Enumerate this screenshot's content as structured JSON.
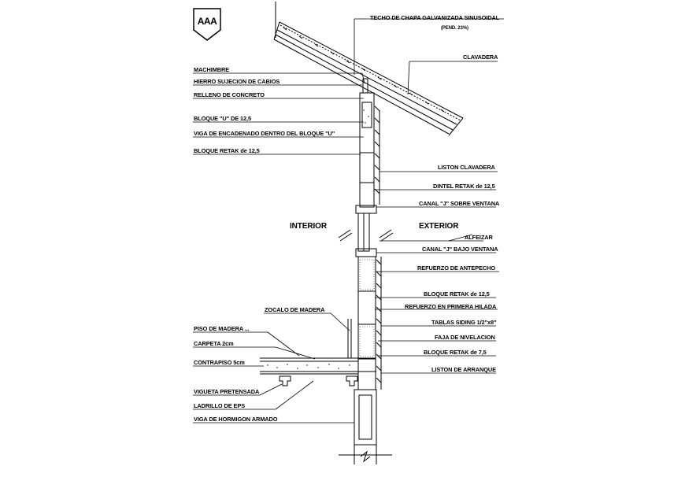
{
  "logo": {
    "text": "AAA"
  },
  "right_labels": [
    {
      "id": "techo",
      "text": "TECHO DE CHAPA GALVANIZADA SINUSOIDAL"
    },
    {
      "id": "pend",
      "text": "(PEND. 23%)"
    },
    {
      "id": "clavadera",
      "text": "CLAVADERA"
    },
    {
      "id": "liston-clavadera",
      "text": "LISTON CLAVADERA"
    },
    {
      "id": "dintel",
      "text": "DINTEL RETAK de 12,5"
    },
    {
      "id": "canal-sobre",
      "text": "CANAL \"J\" SOBRE VENTANA"
    },
    {
      "id": "alfeizar",
      "text": "ALFEIZAR"
    },
    {
      "id": "canal-bajo",
      "text": "CANAL \"J\" BAJO VENTANA"
    },
    {
      "id": "refuerzo-antepecho",
      "text": "REFUERZO DE ANTEPECHO"
    },
    {
      "id": "bloque-retak-125",
      "text": "BLOQUE RETAK de 12,5"
    },
    {
      "id": "refuerzo-hilada",
      "text": "REFUERZO EN PRIMERA HILADA"
    },
    {
      "id": "tablas-siding",
      "text": "TABLAS SIDING 1/2\"x8\""
    },
    {
      "id": "faja",
      "text": "FAJA DE NIVELACION"
    },
    {
      "id": "bloque-retak-75",
      "text": "BLOQUE RETAK de 7,5"
    },
    {
      "id": "liston-arranque",
      "text": "LISTON DE ARRANQUE"
    }
  ],
  "left_labels": [
    {
      "id": "machimbre",
      "text": "MACHIMBRE"
    },
    {
      "id": "hierro",
      "text": "HIERRO SUJECION DE CABIOS"
    },
    {
      "id": "relleno",
      "text": "RELLENO DE CONCRETO"
    },
    {
      "id": "bloque-u",
      "text": "BLOQUE \"U\" DE 12,5"
    },
    {
      "id": "viga-encadenado",
      "text": "VIGA DE ENCADENADO DENTRO DEL BLOQUE \"U\""
    },
    {
      "id": "bloque-retak-left",
      "text": "BLOQUE RETAK de 12,5"
    },
    {
      "id": "zocalo",
      "text": "ZOCALO DE MADERA"
    },
    {
      "id": "piso",
      "text": "PISO DE MADERA ..."
    },
    {
      "id": "carpeta",
      "text": "CARPETA  2cm"
    },
    {
      "id": "contrapiso",
      "text": "CONTRAPISO  5cm"
    },
    {
      "id": "vigueta",
      "text": "VIGUETA PRETENSADA"
    },
    {
      "id": "ladrillo",
      "text": "LADRILLO DE EPS"
    },
    {
      "id": "viga-hormigon",
      "text": "VIGA DE HORMIGON ARMADO"
    }
  ],
  "zones": {
    "interior": "INTERIOR",
    "exterior": "EXTERIOR"
  }
}
